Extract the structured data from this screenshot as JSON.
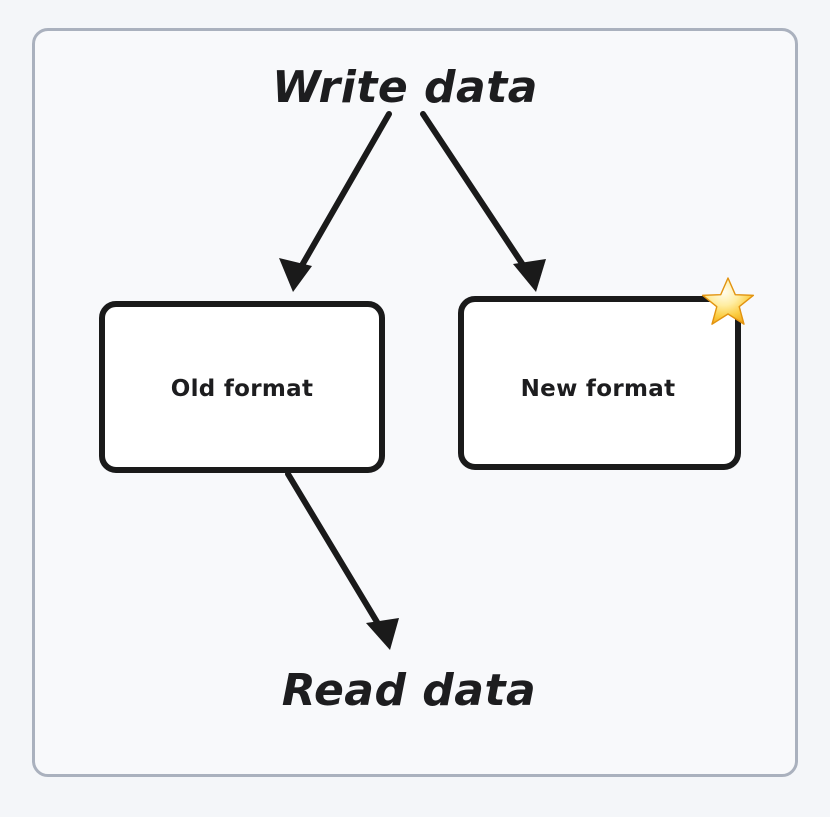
{
  "diagram": {
    "type": "flowchart",
    "background_color": "#f4f6f9",
    "panel_color": "#f8f9fb",
    "frame_border_color": "#aab1be",
    "stroke_color": "#1a1a1a",
    "titles": {
      "top": "Write data",
      "bottom": "Read data"
    },
    "nodes": [
      {
        "id": "old-format",
        "label": "Old format",
        "badge": null
      },
      {
        "id": "new-format",
        "label": "New format",
        "badge": "star-emoji"
      }
    ],
    "edges": [
      {
        "id": "write-to-old",
        "from": "Write data",
        "to": "Old format"
      },
      {
        "id": "write-to-new",
        "from": "Write data",
        "to": "New format"
      },
      {
        "id": "old-to-read",
        "from": "Old format",
        "to": "Read data"
      }
    ],
    "badge": {
      "name": "star-icon",
      "colors": {
        "highlight": "#fff6cf",
        "mid": "#fbcc3f",
        "deep": "#f0a41c",
        "outline": "#e2930f"
      }
    }
  }
}
